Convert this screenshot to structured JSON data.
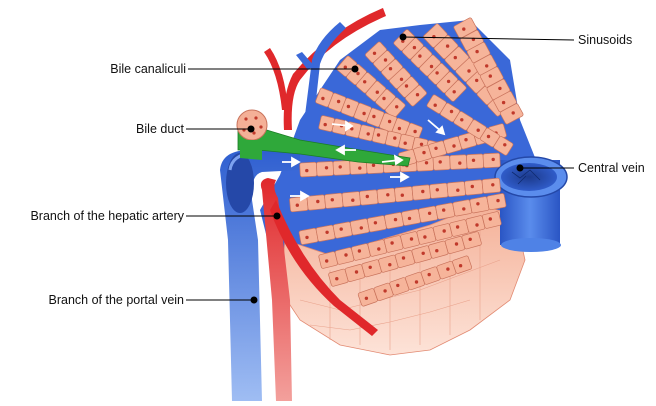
{
  "diagram": {
    "labels": {
      "sinusoids": "Sinusoids",
      "bile_canaliculi": "Bile canaliculi",
      "bile_duct": "Bile duct",
      "central_vein": "Central vein",
      "hepatic_artery": "Branch of the hepatic artery",
      "portal_vein": "Branch of the portal vein"
    },
    "colors": {
      "vein_blue": "#2f5fd0",
      "vein_light": "#4f82e6",
      "artery_red": "#e0282b",
      "bile_green": "#2fa83a",
      "hepatocyte": "#f6b49a",
      "hepatocyte_edge": "#c9735c",
      "nucleus": "#c0392b",
      "leader_line": "#000000"
    }
  }
}
